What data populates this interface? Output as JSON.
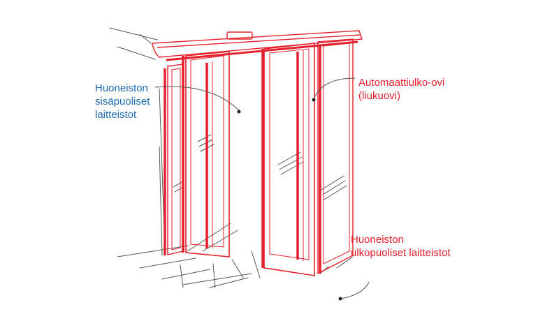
{
  "colors": {
    "accent_red": "#e5202c",
    "label_blue": "#1f6fb2",
    "label_red": "#e5202c",
    "line_gray": "#444444"
  },
  "labels": {
    "indoor": {
      "lines": [
        "Huoneiston",
        "sisäpuoliset",
        "laitteistot"
      ],
      "color": "#1f6fb2"
    },
    "door": {
      "lines": [
        "Automaattiulko-ovi",
        "(liukuovi)"
      ],
      "color": "#e5202c"
    },
    "outdoor": {
      "lines": [
        "Huoneiston",
        "ulkopuoliset laitteistot"
      ],
      "color": "#e5202c"
    }
  }
}
